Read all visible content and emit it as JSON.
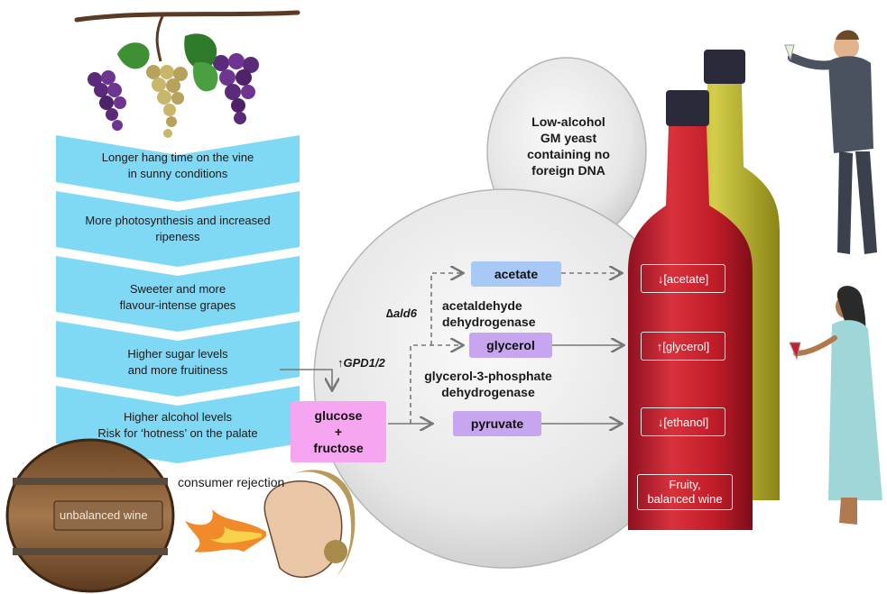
{
  "cascade": {
    "steps": [
      {
        "line1": "Longer hang time on the vine",
        "line2": "in sunny conditions"
      },
      {
        "line1": "More photosynthesis and increased",
        "line2": "ripeness"
      },
      {
        "line1": "Sweeter and more",
        "line2": "flavour-intense grapes"
      },
      {
        "line1": "Higher sugar levels",
        "line2": "and more fruitiness"
      },
      {
        "line1": "Higher alcohol levels",
        "line2": "Risk for ‘hotness’ on the palate"
      }
    ],
    "color": "#7fd9f5"
  },
  "barrel": {
    "label": "unbalanced wine"
  },
  "consumer": {
    "label": "consumer rejection"
  },
  "yeast": {
    "title_lines": [
      "Low-alcohol",
      "GM yeast",
      "containing no",
      "foreign DNA"
    ]
  },
  "metabolites": {
    "substrate": {
      "line1": "glucose",
      "line2": "+",
      "line3": "fructose",
      "color": "#f6a6f0"
    },
    "acetate": {
      "label": "acetate",
      "color": "#a8c8f5"
    },
    "glycerol": {
      "label": "glycerol",
      "color": "#c7a6ef"
    },
    "pyruvate": {
      "label": "pyruvate",
      "color": "#c7a6ef"
    }
  },
  "enzymes": {
    "ald6": "∆ald6",
    "ald_name_line1": "acetaldehyde",
    "ald_name_line2": "dehydrogenase",
    "gpd": "↑GPD1/2",
    "gpd_name_line1": "glycerol-3-phosphate",
    "gpd_name_line2": "dehydrogenase"
  },
  "wine_labels": {
    "acetate": "↓[acetate]",
    "glycerol": "↑[glycerol]",
    "ethanol": "↓[ethanol]",
    "result_line1": "Fruity,",
    "result_line2": "balanced wine"
  },
  "colors": {
    "red_wine": "#c8202c",
    "white_wine": "#b8b22a",
    "bottle_cap": "#2a2a3a"
  }
}
